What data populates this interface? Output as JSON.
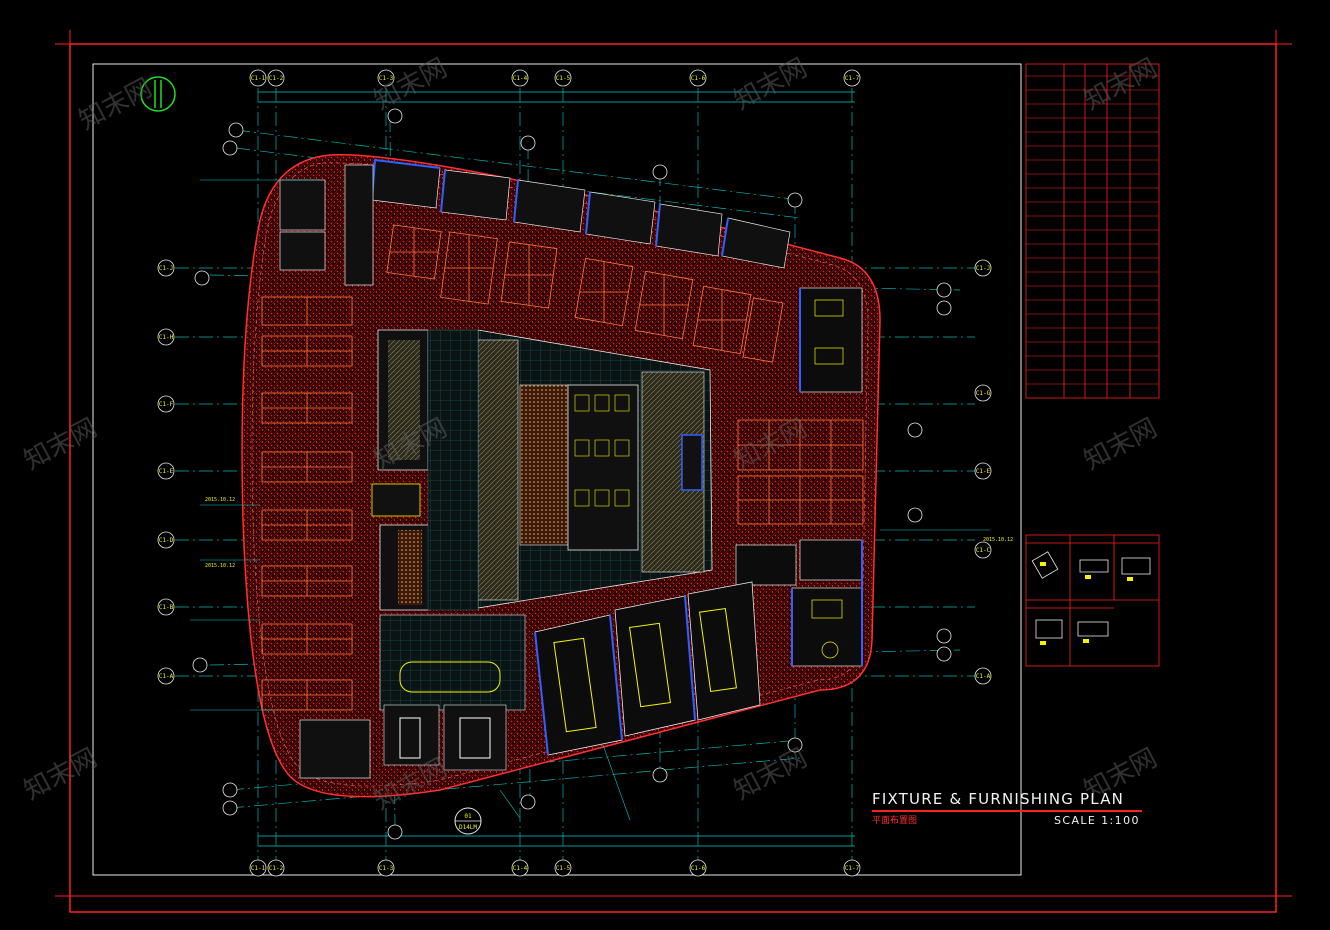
{
  "drawing": {
    "title": "FIXTURE & FURNISHING PLAN",
    "subtitle_cn": "平面布置图",
    "scale": "SCALE 1:100",
    "section_mark": "01",
    "section_sheet": "D14LM",
    "watermark": "知末网"
  },
  "grid": {
    "top_labels": [
      "C1-1",
      "C1-2",
      "C1-3",
      "C1-4",
      "C1-5",
      "C1-6",
      "C1-7"
    ],
    "bottom_labels": [
      "C1-1",
      "C1-2",
      "C1-3",
      "C1-4",
      "C1-5",
      "C1-6",
      "C1-7"
    ],
    "left_labels": [
      "C1-J",
      "C1-H",
      "C1-F",
      "C1-E",
      "C1-D",
      "C1-B",
      "C1-A"
    ],
    "right_labels": [
      "C1-J",
      "C1-G",
      "C1-E",
      "C1-C",
      "C1-A"
    ]
  },
  "annotations": [
    "2015.10.12",
    "2015.10.12",
    "2015.10.12"
  ],
  "colors": {
    "background": "#000000",
    "border": "#ff2020",
    "frame": "#f0f0f0",
    "grid": "#00c8c8",
    "hatch": "#d01818",
    "furniture": "#ff7a3a",
    "annotation": "#f4f400",
    "blue": "#3060ff"
  }
}
